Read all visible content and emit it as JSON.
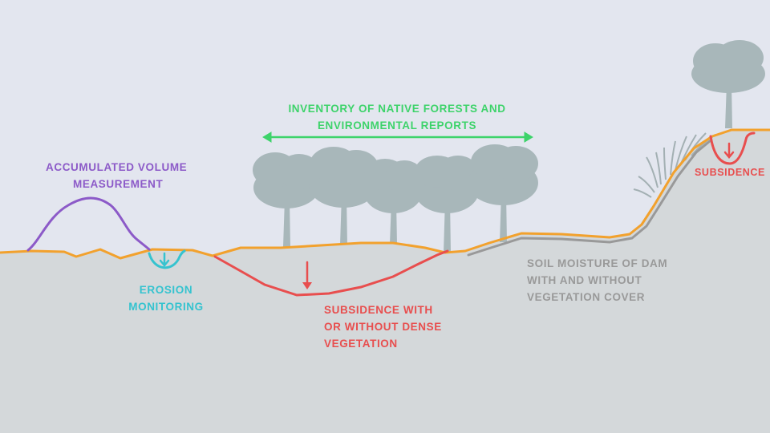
{
  "colors": {
    "sky": "#e3e6ef",
    "ground": "#d4d8da",
    "tree": "#a8b7ba",
    "grass": "#a3b0b3",
    "terrain_line": "#f2a12d",
    "volume": "#8c5ac8",
    "erosion": "#35c3cf",
    "subsidence": "#e84e4e",
    "forest": "#3dd36a",
    "soil_moisture": "#999999"
  },
  "icons": {
    "forest_arrow": "double-arrow-icon",
    "subsidence_arrow": "down-arrow-icon",
    "erosion_arrow": "down-arrow-icon"
  },
  "labels": {
    "accumulated_volume": [
      "ACCUMULATED VOLUME",
      "MEASUREMENT"
    ],
    "erosion": [
      "EROSION",
      "MONITORING"
    ],
    "forest_inventory": [
      "INVENTORY OF NATIVE FORESTS AND",
      "ENVIRONMENTAL REPORTS"
    ],
    "subsidence_vegetation": [
      "SUBSIDENCE WITH",
      "OR WITHOUT DENSE",
      "VEGETATION"
    ],
    "soil_moisture": [
      "SOIL MOISTURE OF DAM",
      "WITH AND WITHOUT",
      "VEGETATION COVER"
    ],
    "subsidence_hill": "SUBSIDENCE"
  }
}
